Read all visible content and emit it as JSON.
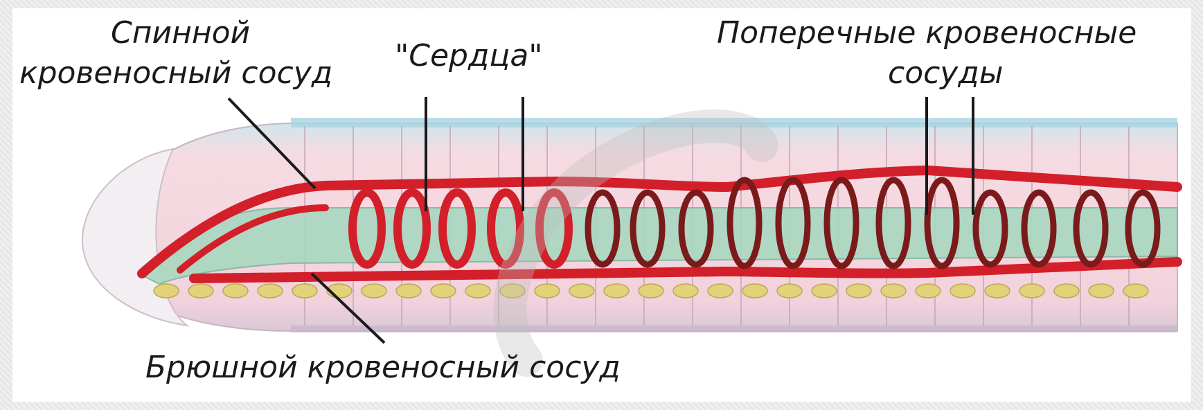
{
  "labels": {
    "dorsal_line1": "Спинной",
    "dorsal_line2": "кровеносный сосуд",
    "hearts": "\"Сердца\"",
    "transverse_line1": "Поперечные кровеносные",
    "transverse_line2": "сосуды",
    "ventral": "Брюшной кровеносный сосуд"
  },
  "colors": {
    "vessel": "#d21f2a",
    "vessel_dark": "#7a1a1a",
    "gut": "#9fd0b8",
    "body": "#f4d6dc",
    "ganglia": "#e3d27a"
  }
}
